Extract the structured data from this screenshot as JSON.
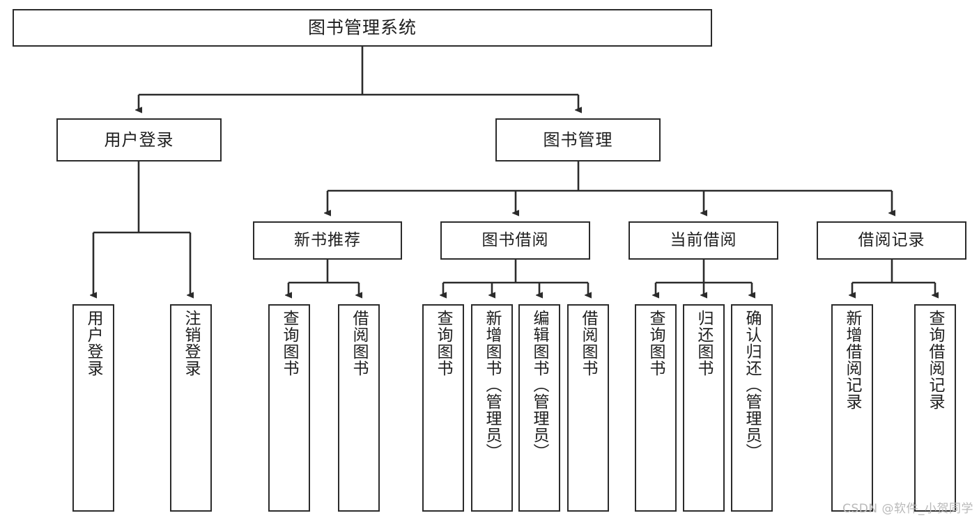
{
  "diagram": {
    "title": "图书管理系统",
    "type": "tree",
    "watermark": "CSDN @软件_小贺同学",
    "colors": {
      "border": "#2b2b2b",
      "background": "#ffffff",
      "text": "#1e1e1e",
      "edge": "#2b2b2b",
      "watermark": "#b9b9b9"
    },
    "root": {
      "label": "图书管理系统"
    },
    "level2": [
      {
        "id": "user-login",
        "label": "用户登录"
      },
      {
        "id": "book-manage",
        "label": "图书管理"
      }
    ],
    "level3": [
      {
        "id": "new-book-recommend",
        "label": "新书推荐",
        "parent": "book-manage"
      },
      {
        "id": "book-borrow",
        "label": "图书借阅",
        "parent": "book-manage"
      },
      {
        "id": "current-borrow",
        "label": "当前借阅",
        "parent": "book-manage"
      },
      {
        "id": "borrow-record",
        "label": "借阅记录",
        "parent": "book-manage"
      }
    ],
    "leaves": [
      {
        "id": "leaf-user-login",
        "label": "用户登录",
        "parent": "user-login"
      },
      {
        "id": "leaf-logout-login",
        "label": "注销登录",
        "parent": "user-login"
      },
      {
        "id": "leaf-query-book-1",
        "label": "查询图书",
        "parent": "new-book-recommend"
      },
      {
        "id": "leaf-borrow-book-1",
        "label": "借阅图书",
        "parent": "new-book-recommend"
      },
      {
        "id": "leaf-query-book-2",
        "label": "查询图书",
        "parent": "book-borrow"
      },
      {
        "id": "leaf-add-book",
        "label": "新增图书（管理员）",
        "parent": "book-borrow"
      },
      {
        "id": "leaf-edit-book",
        "label": "编辑图书（管理员）",
        "parent": "book-borrow"
      },
      {
        "id": "leaf-borrow-book-2",
        "label": "借阅图书",
        "parent": "book-borrow"
      },
      {
        "id": "leaf-query-book-3",
        "label": "查询图书",
        "parent": "current-borrow"
      },
      {
        "id": "leaf-return-book",
        "label": "归还图书",
        "parent": "current-borrow"
      },
      {
        "id": "leaf-confirm-return",
        "label": "确认归还（管理员）",
        "parent": "current-borrow"
      },
      {
        "id": "leaf-add-record",
        "label": "新增借阅记录",
        "parent": "borrow-record"
      },
      {
        "id": "leaf-query-record",
        "label": "查询借阅记录",
        "parent": "borrow-record"
      }
    ]
  }
}
